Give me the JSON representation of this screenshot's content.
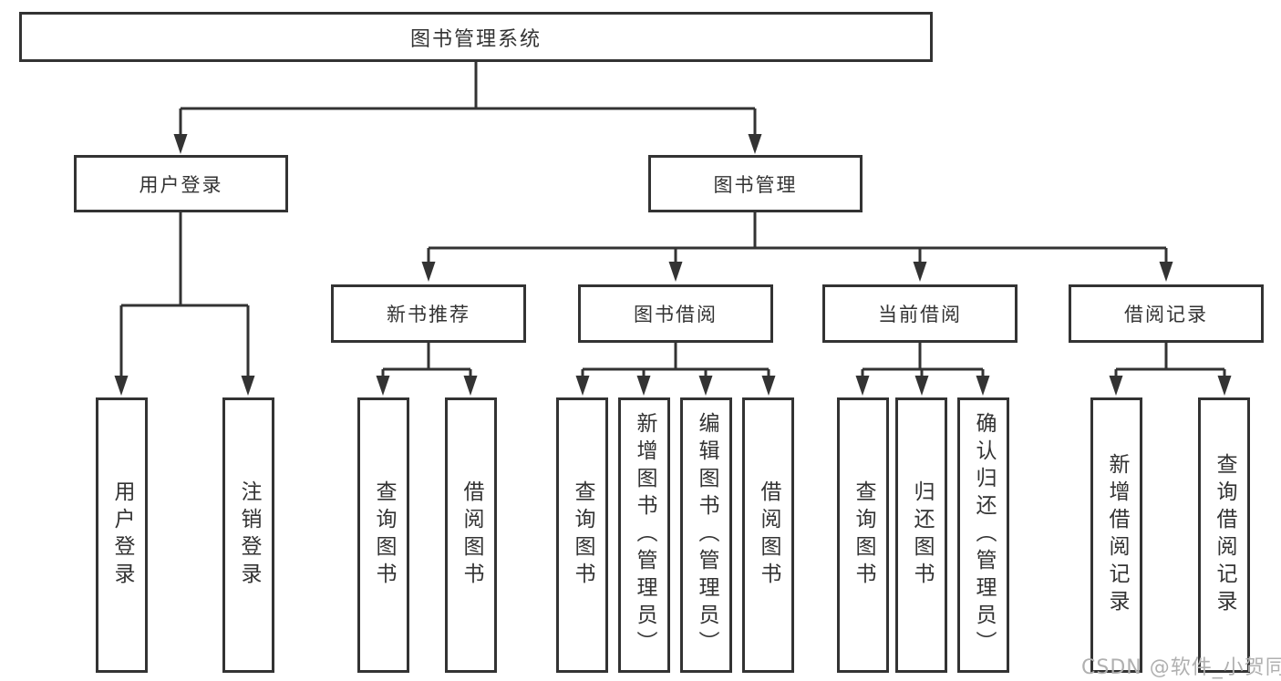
{
  "colors": {
    "background": "#ffffff",
    "line": "#333333",
    "node_border": "#333333",
    "text": "#333333",
    "watermark_text": "#b0b0b0"
  },
  "tree": {
    "root": "图书管理系统",
    "children": [
      {
        "label": "用户登录",
        "children": [
          "用户登录",
          "注销登录"
        ]
      },
      {
        "label": "图书管理",
        "children": [
          {
            "label": "新书推荐",
            "children": [
              "查询图书",
              "借阅图书"
            ]
          },
          {
            "label": "图书借阅",
            "children": [
              "查询图书",
              "新增图书（管理员）",
              "编辑图书（管理员）",
              "借阅图书"
            ]
          },
          {
            "label": "当前借阅",
            "children": [
              "查询图书",
              "归还图书",
              "确认归还（管理员）"
            ]
          },
          {
            "label": "借阅记录",
            "children": [
              "新增借阅记录",
              "查询借阅记录"
            ]
          }
        ]
      }
    ]
  },
  "watermark": {
    "text": "CSDN @软件_小贺同学"
  }
}
